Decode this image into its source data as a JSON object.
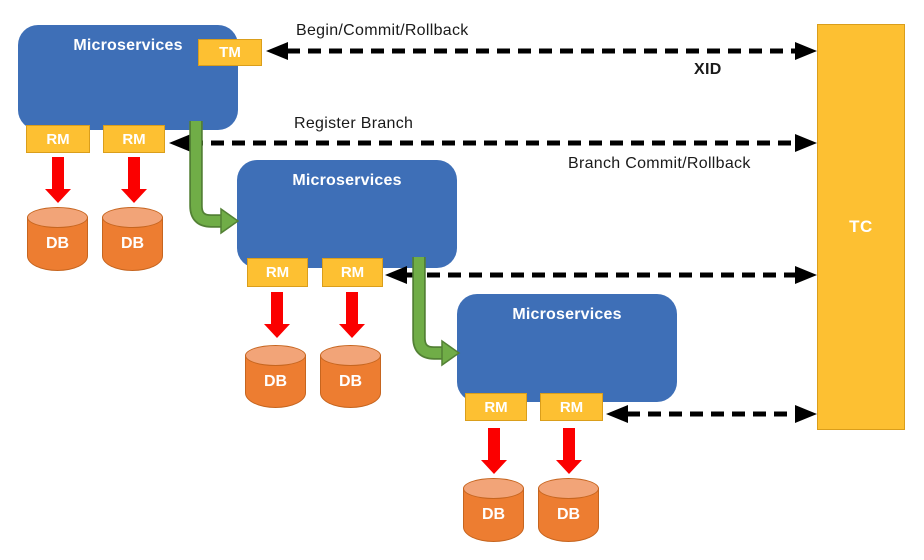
{
  "diagram": {
    "nodes": {
      "tc": "TC",
      "tm": "TM",
      "services": [
        {
          "label": "Microservices",
          "rm1": "RM",
          "rm2": "RM",
          "db1": "DB",
          "db2": "DB"
        },
        {
          "label": "Microservices",
          "rm1": "RM",
          "rm2": "RM",
          "db1": "DB",
          "db2": "DB"
        },
        {
          "label": "Microservices",
          "rm1": "RM",
          "rm2": "RM",
          "db1": "DB",
          "db2": "DB"
        }
      ]
    },
    "flow_labels": {
      "begin_commit_rollback": "Begin/Commit/Rollback",
      "xid": "XID",
      "register_branch": "Register Branch",
      "branch_commit_rollback": "Branch Commit/Rollback"
    },
    "colors": {
      "service_blue": "#3E6FB7",
      "box_amber": "#FDC032",
      "box_amber_border": "#DA9E1B",
      "db_orange": "#ED7D31",
      "db_top": "#F2A478",
      "db_border": "#C6651F",
      "arrow_red": "#FB0000",
      "arrow_green": "#70AD47",
      "green_outline": "#538135",
      "dashed_black": "#000000"
    }
  }
}
